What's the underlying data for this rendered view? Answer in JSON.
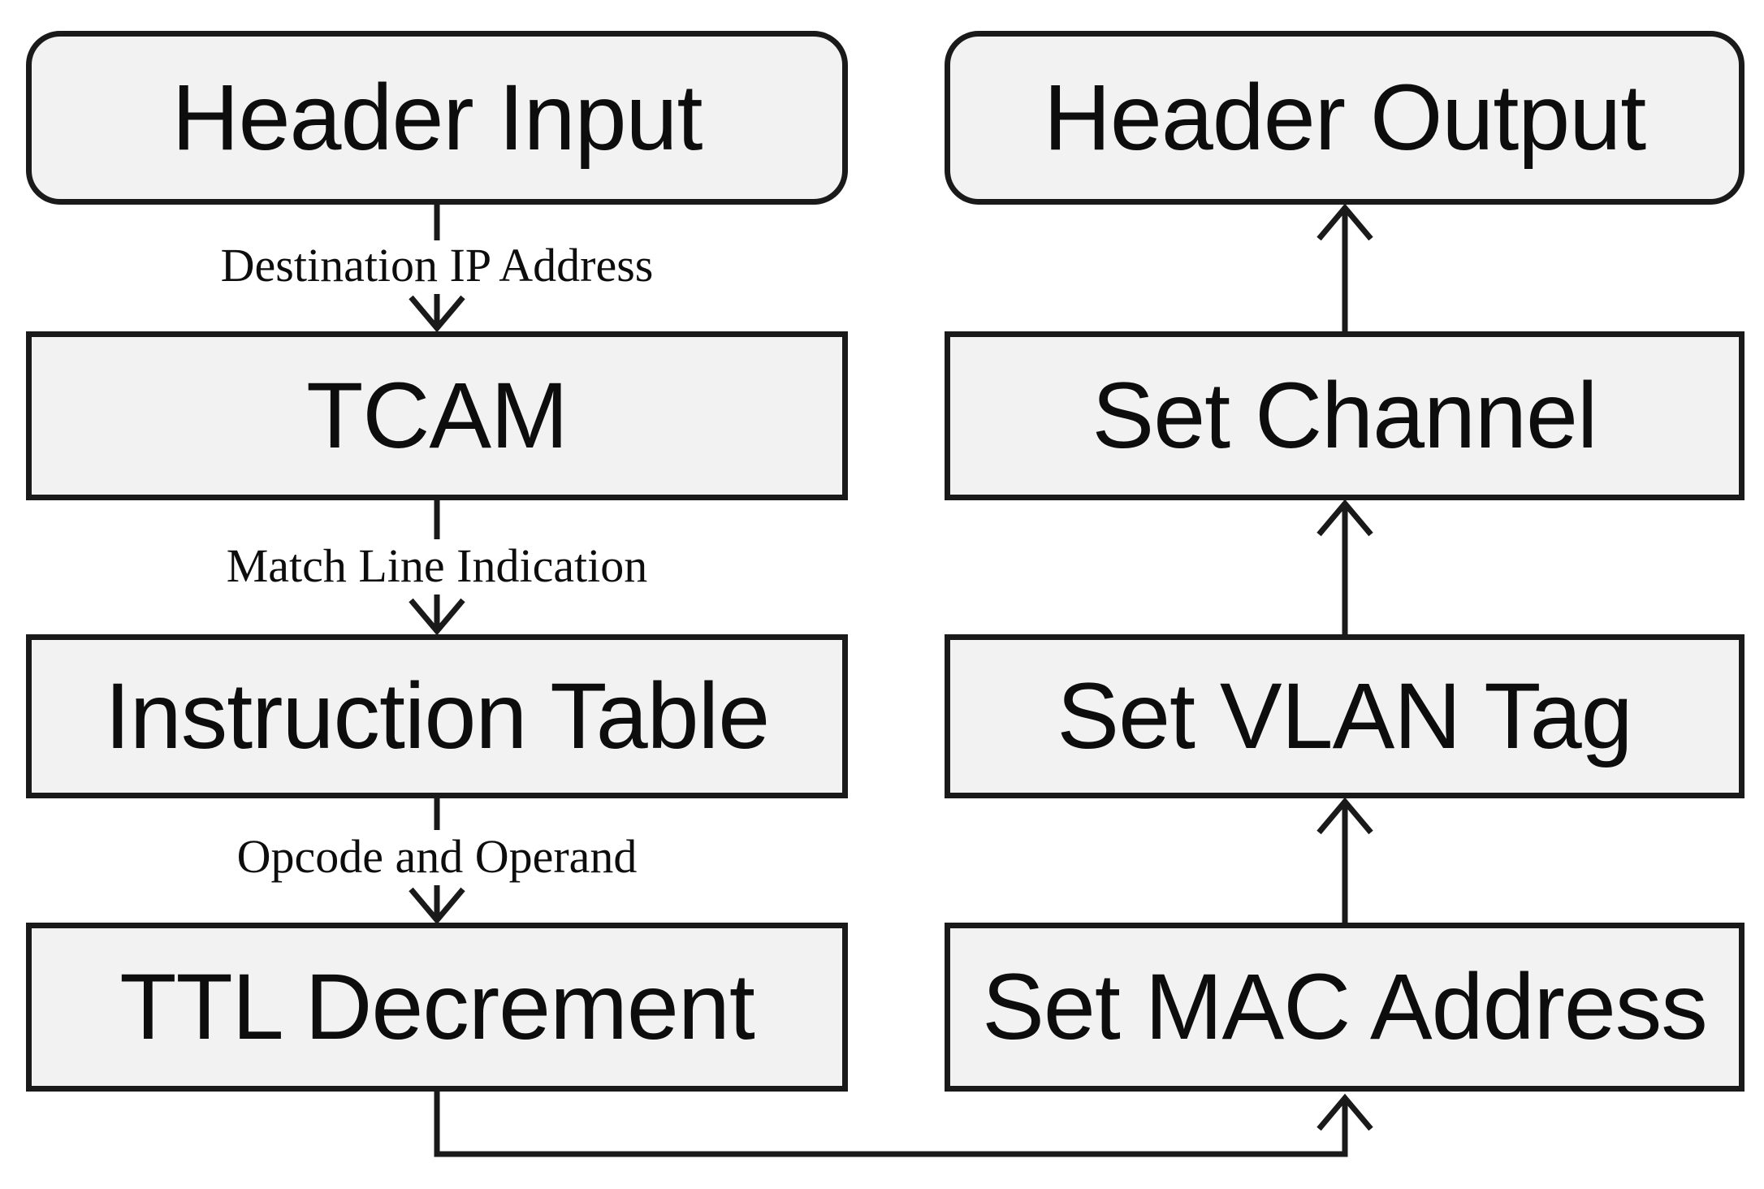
{
  "diagram": {
    "type": "flowchart",
    "columns": {
      "left": {
        "direction": "top-to-bottom",
        "boxes": [
          {
            "label": "Header Input"
          },
          {
            "label": "TCAM"
          },
          {
            "label": "Instruction Table"
          },
          {
            "label": "TTL Decrement"
          }
        ],
        "arrow_labels": [
          {
            "text": "Destination IP Address"
          },
          {
            "text": "Match Line Indication"
          },
          {
            "text": "Opcode and Operand"
          }
        ]
      },
      "right": {
        "direction": "bottom-to-top",
        "boxes": [
          {
            "label": "Header Output"
          },
          {
            "label": "Set Channel"
          },
          {
            "label": "Set VLAN Tag"
          },
          {
            "label": "Set MAC Address"
          }
        ]
      }
    },
    "edges": [
      {
        "from": "Header Input",
        "to": "TCAM",
        "label": "Destination IP Address"
      },
      {
        "from": "TCAM",
        "to": "Instruction Table",
        "label": "Match Line Indication"
      },
      {
        "from": "Instruction Table",
        "to": "TTL Decrement",
        "label": "Opcode and Operand"
      },
      {
        "from": "TTL Decrement",
        "to": "Set MAC Address",
        "label": ""
      },
      {
        "from": "Set MAC Address",
        "to": "Set VLAN Tag",
        "label": ""
      },
      {
        "from": "Set VLAN Tag",
        "to": "Set Channel",
        "label": ""
      },
      {
        "from": "Set Channel",
        "to": "Header Output",
        "label": ""
      }
    ],
    "colors": {
      "background": "#ffffff",
      "box_fill": "#f2f2f2",
      "box_border": "#1a1a1a",
      "line": "#1a1a1a",
      "text": "#0d0d0d"
    }
  }
}
